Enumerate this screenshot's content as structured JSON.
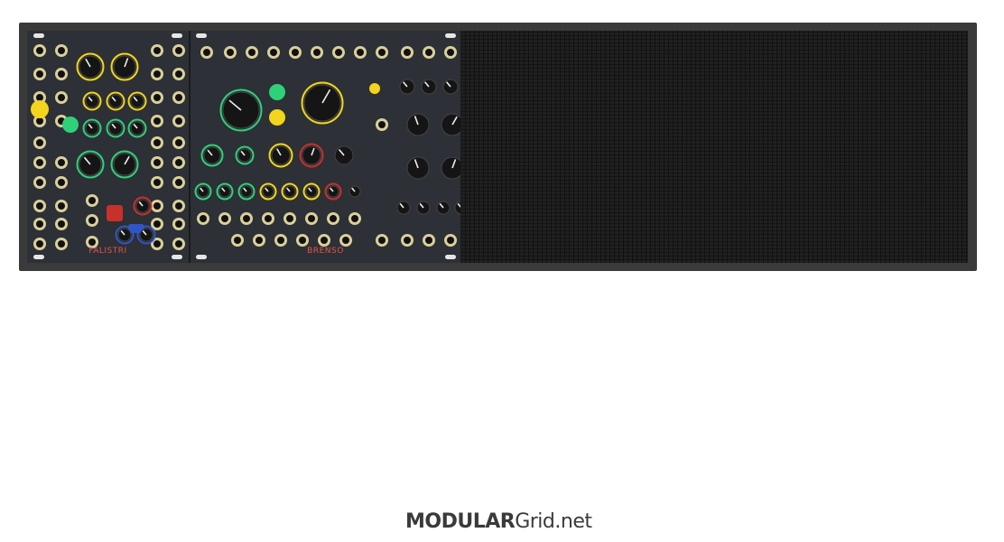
{
  "rack": {
    "modules": [
      {
        "name": "FALISTRI",
        "accent": "#e2554a"
      },
      {
        "name": "BRENSO",
        "accent": "#e2554a"
      },
      {
        "name": "",
        "type": "blank-panel"
      }
    ]
  },
  "footer": {
    "logo_bold": "MODULAR",
    "logo_rest": "Grid.net"
  },
  "colors": {
    "panel": "#2d3036",
    "jack_ring": "#d9cf9a",
    "knob": "#151515",
    "yellow": "#f2d51c",
    "green": "#2ed17a",
    "red": "#c8302c",
    "blue": "#2f56c9"
  }
}
